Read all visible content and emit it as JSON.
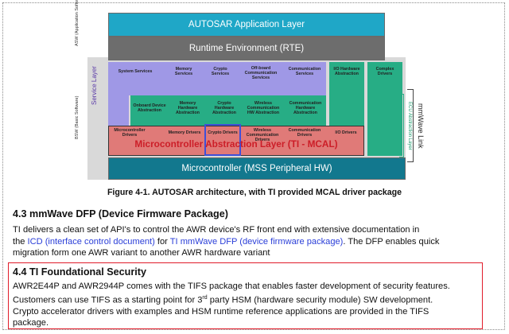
{
  "diagram": {
    "asw_label": "ASW (Application Software)",
    "bsw_label": "BSW (Basic Software)",
    "app_layer": "AUTOSAR Application Layer",
    "rte": "Runtime Environment (RTE)",
    "service_layer": "Service Layer",
    "services": [
      "System Services",
      "Memory Services",
      "Crypto Services",
      "Off-board Communication Services",
      "Communication Services"
    ],
    "io_abstraction": "I/O Hardware Abstraction",
    "complex_drivers": "Complex Drivers",
    "abstraction_row": [
      "Onboard Device Abstraction",
      "Memory Hardware Abstraction",
      "Crypto Hardware Abstraction",
      "Wireless Communication HW Abstraction",
      "Communication Hardware Abstraction"
    ],
    "driver_row": [
      "Microcontroller Drivers",
      "Memory Drivers",
      "Crypto Drivers",
      "Wireless Communication Drivers",
      "Communication Drivers",
      "I/O Drivers"
    ],
    "mcal_overlay": "Microcontroller Abstraction Layer (TI - MCAL)",
    "microcontroller": "Microcontroller (MSS Peripheral HW)",
    "mmwave_link": "mmWave Link",
    "ecu_abstraction": "ECU Abstraction Layer"
  },
  "caption": "Figure 4-1. AUTOSAR architecture, with TI provided MCAL driver package",
  "section_43": {
    "heading": "4.3 mmWave DFP (Device Firmware Package)",
    "line1": "TI delivers a clean set of API's to control the AWR device's RF front end with extensive documentation in",
    "line2_prefix": "the ",
    "icd_link": "ICD (interface control document)",
    "line2_mid": " for ",
    "dfp_link": "TI mmWave DFP (device firmware package)",
    "line2_suffix": ". The DFP enables quick",
    "line3": "migration form one AWR variant to another AWR hardware variant"
  },
  "section_44": {
    "heading": "4.4 TI Foundational Security",
    "line1": "AWR2E44P and AWR2944P comes with the TIFS package that enables faster development of security features.",
    "line2_prefix": "Customers can use TIFS as a starting point for 3",
    "line2_sup": "rd",
    "line2_suffix": " party HSM (hardware security module) SW development.",
    "line3": "Crypto accelerator drivers with examples and HSM runtime reference applications are provided in the TIFS",
    "line4": "package."
  },
  "colors": {
    "app_layer": "#1fa7c7",
    "rte": "#6d6d6d",
    "services": "#9f98e6",
    "abstraction": "#27ad85",
    "drivers": "#e07a78",
    "microcontroller": "#12788e",
    "mcal_text": "#cc1e28",
    "highlight": "#3f4fd8",
    "red_box": "#e11c2a"
  }
}
